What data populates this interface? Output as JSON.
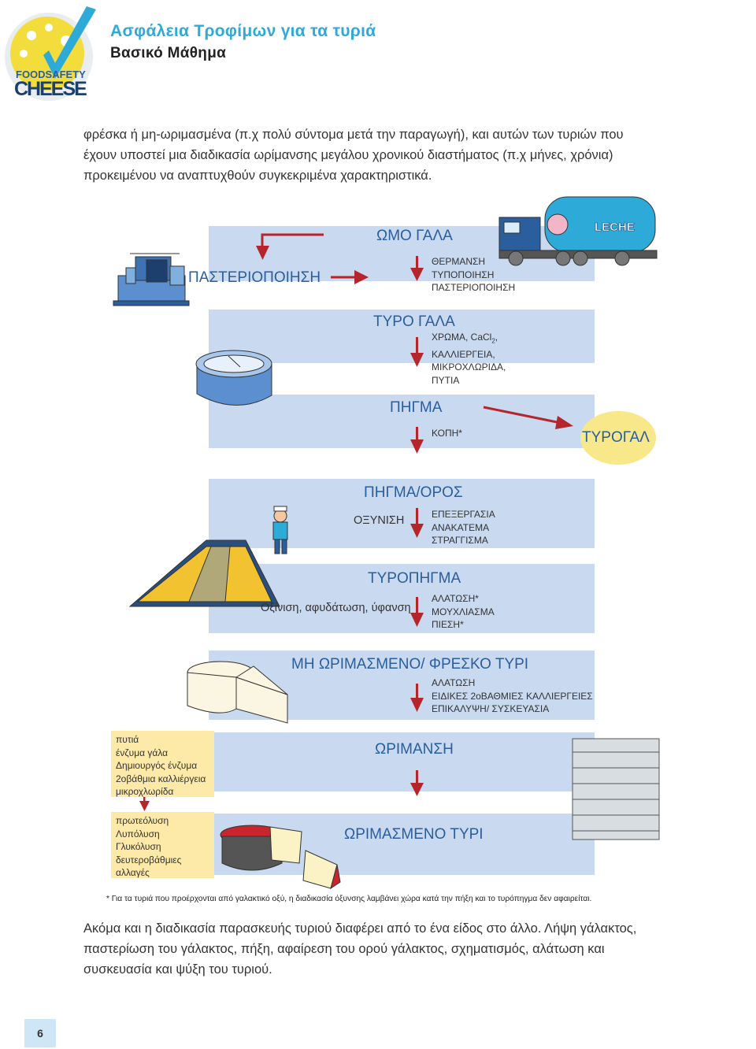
{
  "header": {
    "title": "Ασφάλεια Τροφίμων για τα τυριά",
    "subtitle": "Βασικό Μάθημα",
    "logo_text_top": "FOODSAFETY",
    "logo_text_bottom": "CHEESE"
  },
  "intro": {
    "lines": [
      "φρέσκα ή μη-ωριμασμένα (π.χ πολύ σύντομα μετά την παραγωγή), και αυτών των τυριών που",
      "έχουν υποστεί μια διαδικασία ωρίμανσης μεγάλου χρονικού διαστήματος (π.χ μήνες, χρόνια)",
      "προκειμένου να αναπτυχθούν συγκεκριμένα χαρακτηριστικά."
    ]
  },
  "flow": {
    "raw_milk": "ΩΜΟ ΓΑΛΑ",
    "pasteurization": "ΠΑΣΤΕΡΙΟΠΟΙΗΣΗ",
    "step1": [
      "ΘΕΡΜΑΝΣΗ",
      "ΤΥΠΟΠΟΙΗΣΗ",
      "ΠΑΣΤΕΡΙΟΠΟΙΗΣΗ"
    ],
    "cheese_milk": "ΤΥΡΟ ΓΑΛΑ",
    "step2": [
      "ΧΡΩΜΑ, CaCl",
      "ΚΑΛΛΙΕΡΓΕΙΑ,",
      "ΜΙΚΡΟΧΛΩΡΙΔΑ,",
      "ΠΥΤΙΑ"
    ],
    "step2_sub": "2",
    "step2_suffix": ",",
    "curd": "ΠΗΓΜΑ",
    "cutting": "ΚΟΠΗ*",
    "whey_cheese": "ΤΥΡΟΓΑΛ",
    "curd_whey": "ΠΗΓΜΑ/ΟΡΟΣ",
    "acidification": "ΟΞΥΝΙΣΗ",
    "step3": [
      "ΕΠΕΞΕΡΓΑΣΙΑ",
      "ΑΝΑΚΑΤΕΜΑ",
      "ΣΤΡΑΓΓΙΣΜΑ"
    ],
    "cheese_curd": "ΤΥΡΟΠΗΓΜΑ",
    "texture_note": "Οξίνιση, αφυδάτωση, ύφανση",
    "step4": [
      "ΑΛΑΤΩΣΗ*",
      "ΜΟΥΧΛΙΑΣΜΑ",
      "ΠΙΕΣΗ*"
    ],
    "fresh_cheese": "ΜΗ ΩΡΙΜΑΣΜΕΝΟ/ ΦΡΕΣΚΟ ΤΥΡΙ",
    "step5": [
      "ΑΛΑΤΩΣΗ",
      "ΕΙΔΙΚΕΣ 2οΒΑΘΜΙΕΣ ΚΑΛΛΙΕΡΓΕΙΕΣ",
      "ΕΠΙΚΑΛΥΨΗ/ ΣΥΣΚΕΥΑΣΙΑ"
    ],
    "ripening": "ΩΡΙΜΑΝΣΗ",
    "ripened_cheese": "ΩΡΙΜΑΣΜΕΝΟ ΤΥΡΙ",
    "note_agents": [
      "πυτιά",
      "ένζυμα γάλα",
      "Δημιουργός ένζυμα",
      "2οβάθμια καλλιέργεια",
      "μικροχλωρίδα"
    ],
    "note_processes": [
      "πρωτεόλυση",
      "Λυπόλυση",
      "Γλυκόλυση",
      "δευτεροβάθμιες",
      "αλλαγές"
    ],
    "truck_label": "LECHE"
  },
  "footnote": "* Για τα τυριά που προέρχονται από γαλακτικό οξύ, η διαδικασία όξυνσης λαμβάνει χώρα κατά την πήξη και το τυρόπηγμα δεν αφαιρείται.",
  "outro": {
    "lines": [
      "Ακόμα και η διαδικασία παρασκευής τυριού διαφέρει από το ένα είδος στο άλλο. Λήψη γάλακτος,",
      "παστερίωση του γάλακτος, πήξη, αφαίρεση του ορού γάλακτος, σχηματισμός, αλάτωση και",
      "συσκευασία και ψύξη του τυριού."
    ]
  },
  "page_number": "6",
  "colors": {
    "band": "#c9d9ef",
    "arrow": "#b5262c",
    "title": "#2eaad8",
    "label": "#2a5e9c",
    "note": "#fde9a8",
    "whey": "#f9e88a"
  }
}
